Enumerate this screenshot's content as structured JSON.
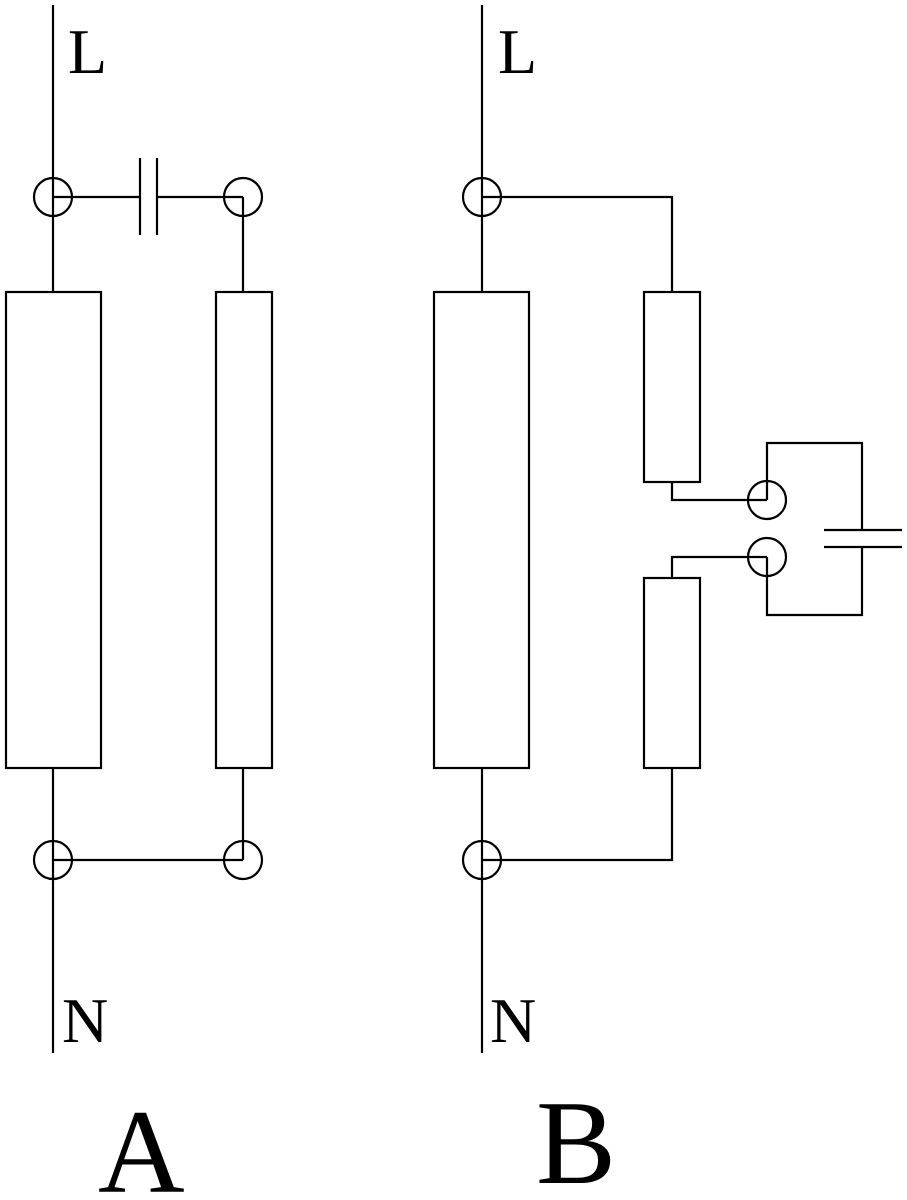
{
  "diagram_a": {
    "caption": "A",
    "line_label": "L",
    "neutral_label": "N"
  },
  "diagram_b": {
    "caption": "B",
    "line_label": "L",
    "neutral_label": "N"
  }
}
